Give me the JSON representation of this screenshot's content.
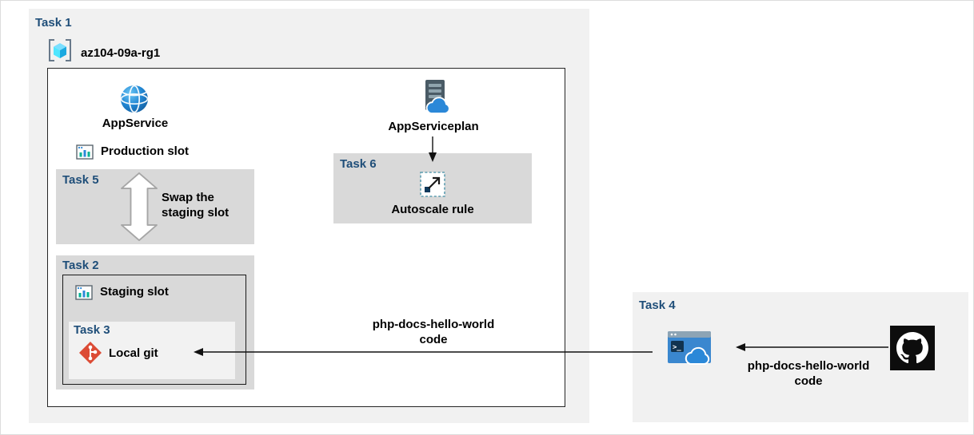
{
  "colors": {
    "accent_task_label": "#1f4e79",
    "panel_bg": "#f1f1f1",
    "task_box_bg": "#d9d9d9",
    "task3_box_bg": "#f2f2f2",
    "box_border": "#262626",
    "azure_blue": "#2b88d8",
    "git_red": "#dc4b35",
    "github_black": "#0d0d0d",
    "arrow_color": "#111111"
  },
  "diagram": {
    "task1": {
      "label": "Task 1",
      "resource_group_name": "az104-09a-rg1",
      "app_service_label": "AppService",
      "app_service_plan_label": "AppServiceplan",
      "production_slot_label": "Production slot",
      "task5": {
        "label": "Task 5",
        "action": "Swap the\nstaging slot"
      },
      "task6": {
        "label": "Task 6",
        "action": "Autoscale rule"
      },
      "task2": {
        "label": "Task 2",
        "staging_slot_label": "Staging slot",
        "task3": {
          "label": "Task 3",
          "action": "Local git"
        }
      },
      "deploy_code_label": "php-docs-hello-world\ncode"
    },
    "task4": {
      "label": "Task 4",
      "code_label": "php-docs-hello-world\ncode"
    },
    "icons": {
      "resource_group": "azure-resource-group-icon",
      "app_service": "app-service-globe-icon",
      "app_service_plan": "app-service-plan-icon",
      "production_slot": "deployment-slot-icon",
      "staging_slot": "deployment-slot-icon",
      "swap": "swap-arrows-icon",
      "autoscale": "autoscale-rule-icon",
      "local_git": "git-icon",
      "cloud_shell": "cloud-shell-icon",
      "github": "github-icon",
      "shell_prompt_glyph": "&gt;_"
    },
    "shell_prompt": ">_"
  }
}
